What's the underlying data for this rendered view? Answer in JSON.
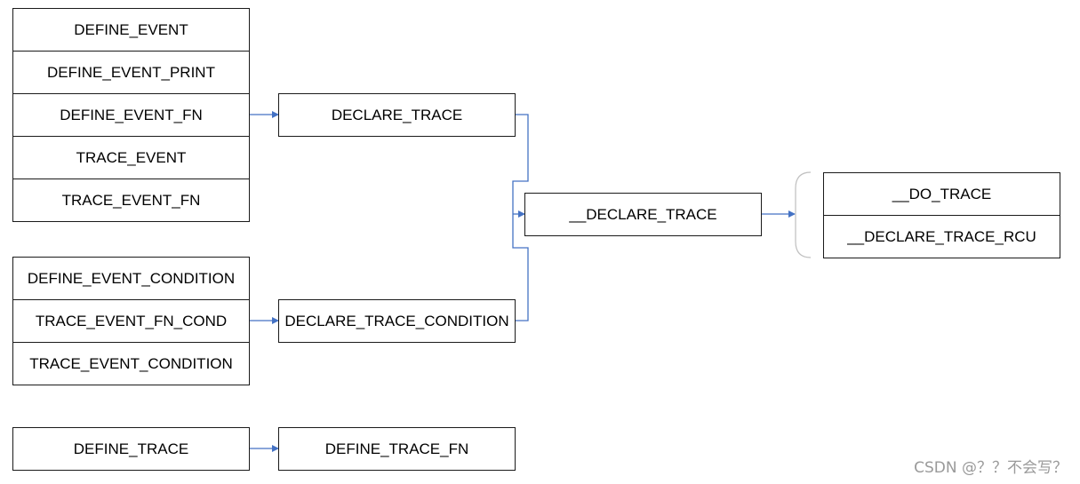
{
  "colors": {
    "arrow": "#4472C4",
    "border": "#1a1a1a",
    "brace": "#bfbfbf"
  },
  "group_event": [
    "DEFINE_EVENT",
    "DEFINE_EVENT_PRINT",
    "DEFINE_EVENT_FN",
    "TRACE_EVENT",
    "TRACE_EVENT_FN"
  ],
  "group_condition": [
    "DEFINE_EVENT_CONDITION",
    "TRACE_EVENT_FN_COND",
    "TRACE_EVENT_CONDITION"
  ],
  "define_trace": "DEFINE_TRACE",
  "declare_trace": "DECLARE_TRACE",
  "declare_trace_condition": "DECLARE_TRACE_CONDITION",
  "define_trace_fn": "DEFINE_TRACE_FN",
  "internal_declare_trace": "__DECLARE_TRACE",
  "group_impl": [
    "__DO_TRACE",
    "__DECLARE_TRACE_RCU"
  ],
  "watermark": "CSDN @？？不会写？"
}
